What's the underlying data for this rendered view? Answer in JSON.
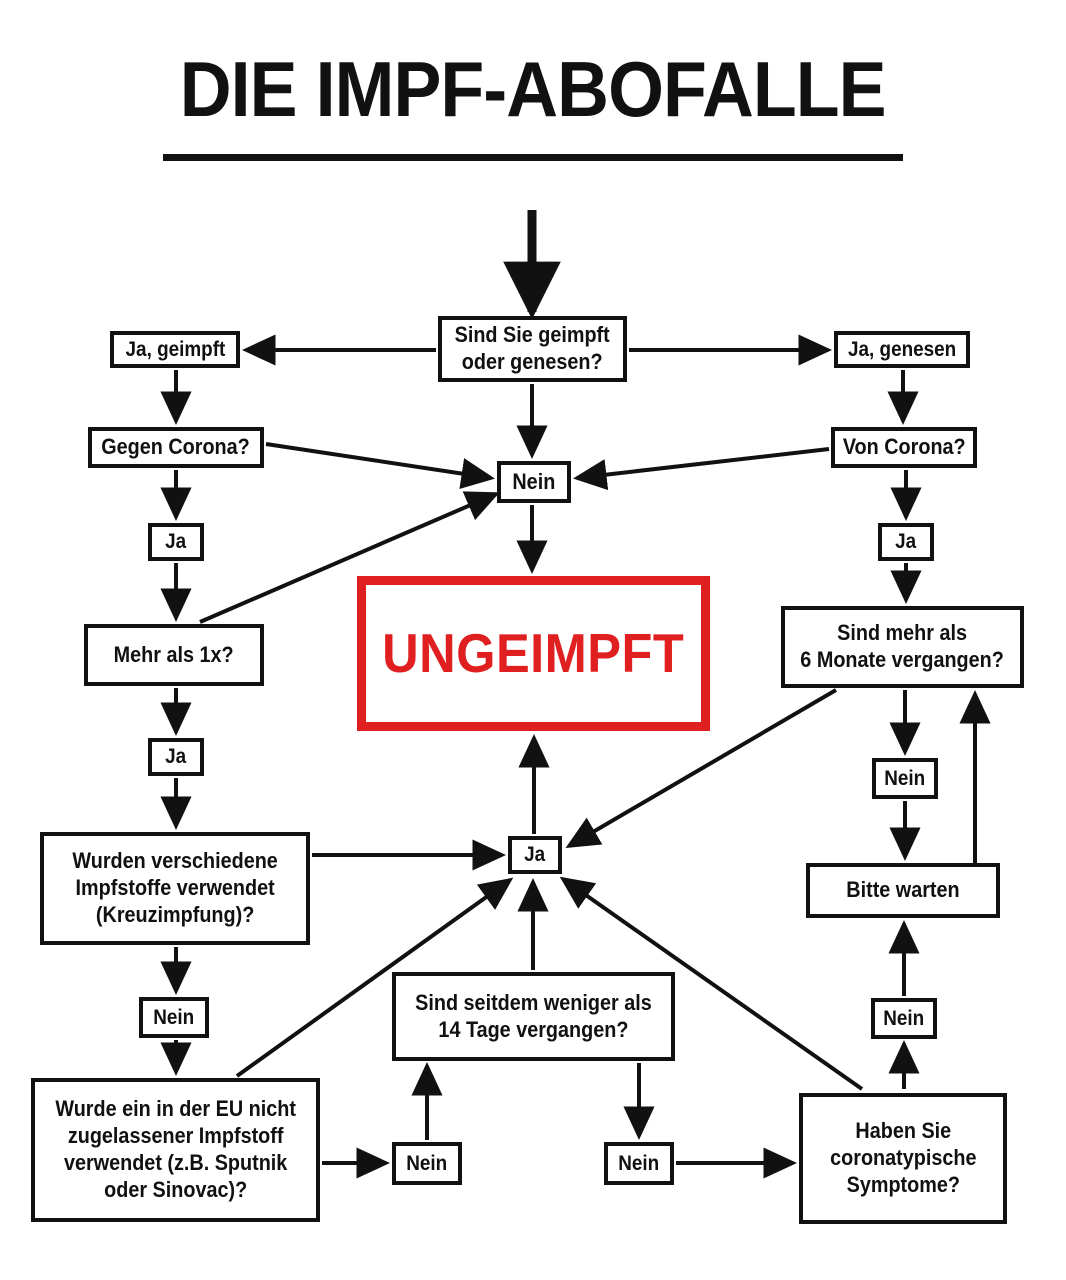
{
  "page": {
    "title": "DIE IMPF-ABOFALLE",
    "background_color": "#ffffff",
    "ink_color": "#111111",
    "accent_color": "#e02020"
  },
  "nodes": {
    "start": "Sind Sie geimpft\noder genesen?",
    "ja_geimpft": "Ja, geimpft",
    "ja_genesen": "Ja, genesen",
    "gegen_corona": "Gegen Corona?",
    "von_corona": "Von Corona?",
    "nein_top": "Nein",
    "ungeimpft": "UNGEIMPFT",
    "ja_left_1": "Ja",
    "ja_right_1": "Ja",
    "mehr_als_1x": "Mehr als 1x?",
    "sechs_monate": "Sind mehr als\n6 Monate vergangen?",
    "ja_left_2": "Ja",
    "nein_right_1": "Nein",
    "kreuzimpfung": "Wurden verschiedene\nImpfstoffe verwendet\n(Kreuzimpfung)?",
    "ja_center": "Ja",
    "bitte_warten": "Bitte warten",
    "vierzehn_tage": "Sind seitdem weniger als\n14 Tage vergangen?",
    "nein_left_2": "Nein",
    "nein_right_2": "Nein",
    "eu_impfstoff": "Wurde ein in der EU nicht\nzugelassener Impfstoff\nverwendet (z.B. Sputnik\noder Sinovac)?",
    "nein_bottom_1": "Nein",
    "nein_bottom_2": "Nein",
    "symptome": "Haben Sie\ncoronatypische\nSymptome?"
  },
  "chart_data": {
    "type": "diagram",
    "subtype": "flowchart",
    "title": "DIE IMPF-ABOFALLE",
    "nodes": [
      {
        "id": "start",
        "label": "Sind Sie geimpft oder genesen?",
        "shape": "rect"
      },
      {
        "id": "ja_geimpft",
        "label": "Ja, geimpft",
        "shape": "rect"
      },
      {
        "id": "ja_genesen",
        "label": "Ja, genesen",
        "shape": "rect"
      },
      {
        "id": "gegen_corona",
        "label": "Gegen Corona?",
        "shape": "rect"
      },
      {
        "id": "von_corona",
        "label": "Von Corona?",
        "shape": "rect"
      },
      {
        "id": "nein_top",
        "label": "Nein",
        "shape": "rect"
      },
      {
        "id": "ungeimpft",
        "label": "UNGEIMPFT",
        "shape": "rect",
        "color": "#e02020"
      },
      {
        "id": "ja_left_1",
        "label": "Ja",
        "shape": "rect"
      },
      {
        "id": "ja_right_1",
        "label": "Ja",
        "shape": "rect"
      },
      {
        "id": "mehr_als_1x",
        "label": "Mehr als 1x?",
        "shape": "rect"
      },
      {
        "id": "sechs_monate",
        "label": "Sind mehr als 6 Monate vergangen?",
        "shape": "rect"
      },
      {
        "id": "ja_left_2",
        "label": "Ja",
        "shape": "rect"
      },
      {
        "id": "nein_right_1",
        "label": "Nein",
        "shape": "rect"
      },
      {
        "id": "kreuzimpfung",
        "label": "Wurden verschiedene Impfstoffe verwendet (Kreuzimpfung)?",
        "shape": "rect"
      },
      {
        "id": "ja_center",
        "label": "Ja",
        "shape": "rect"
      },
      {
        "id": "bitte_warten",
        "label": "Bitte warten",
        "shape": "rect"
      },
      {
        "id": "vierzehn_tage",
        "label": "Sind seitdem weniger als 14 Tage vergangen?",
        "shape": "rect"
      },
      {
        "id": "nein_left_2",
        "label": "Nein",
        "shape": "rect"
      },
      {
        "id": "nein_right_2",
        "label": "Nein",
        "shape": "rect"
      },
      {
        "id": "eu_impfstoff",
        "label": "Wurde ein in der EU nicht zugelassener Impfstoff verwendet (z.B. Sputnik oder Sinovac)?",
        "shape": "rect"
      },
      {
        "id": "nein_bottom_1",
        "label": "Nein",
        "shape": "rect"
      },
      {
        "id": "nein_bottom_2",
        "label": "Nein",
        "shape": "rect"
      },
      {
        "id": "symptome",
        "label": "Haben Sie coronatypische Symptome?",
        "shape": "rect"
      }
    ],
    "edges": [
      {
        "from": "entry",
        "to": "start"
      },
      {
        "from": "start",
        "to": "ja_geimpft"
      },
      {
        "from": "start",
        "to": "ja_genesen"
      },
      {
        "from": "start",
        "to": "nein_top"
      },
      {
        "from": "ja_geimpft",
        "to": "gegen_corona"
      },
      {
        "from": "ja_genesen",
        "to": "von_corona"
      },
      {
        "from": "gegen_corona",
        "to": "nein_top"
      },
      {
        "from": "gegen_corona",
        "to": "ja_left_1"
      },
      {
        "from": "von_corona",
        "to": "nein_top"
      },
      {
        "from": "von_corona",
        "to": "ja_right_1"
      },
      {
        "from": "nein_top",
        "to": "ungeimpft"
      },
      {
        "from": "ja_left_1",
        "to": "mehr_als_1x"
      },
      {
        "from": "mehr_als_1x",
        "to": "nein_top"
      },
      {
        "from": "mehr_als_1x",
        "to": "ja_left_2"
      },
      {
        "from": "ja_right_1",
        "to": "sechs_monate"
      },
      {
        "from": "sechs_monate",
        "to": "ja_center"
      },
      {
        "from": "sechs_monate",
        "to": "nein_right_1"
      },
      {
        "from": "ja_left_2",
        "to": "kreuzimpfung"
      },
      {
        "from": "kreuzimpfung",
        "to": "ja_center"
      },
      {
        "from": "kreuzimpfung",
        "to": "nein_left_2"
      },
      {
        "from": "nein_right_1",
        "to": "bitte_warten"
      },
      {
        "from": "ja_center",
        "to": "ungeimpft"
      },
      {
        "from": "nein_left_2",
        "to": "eu_impfstoff"
      },
      {
        "from": "eu_impfstoff",
        "to": "ja_center"
      },
      {
        "from": "eu_impfstoff",
        "to": "nein_bottom_1"
      },
      {
        "from": "nein_bottom_1",
        "to": "vierzehn_tage"
      },
      {
        "from": "vierzehn_tage",
        "to": "ja_center"
      },
      {
        "from": "vierzehn_tage",
        "to": "nein_bottom_2"
      },
      {
        "from": "nein_bottom_2",
        "to": "symptome"
      },
      {
        "from": "symptome",
        "to": "ja_center"
      },
      {
        "from": "symptome",
        "to": "nein_right_2"
      },
      {
        "from": "nein_right_2",
        "to": "bitte_warten"
      },
      {
        "from": "bitte_warten",
        "to": "sechs_monate"
      }
    ]
  }
}
